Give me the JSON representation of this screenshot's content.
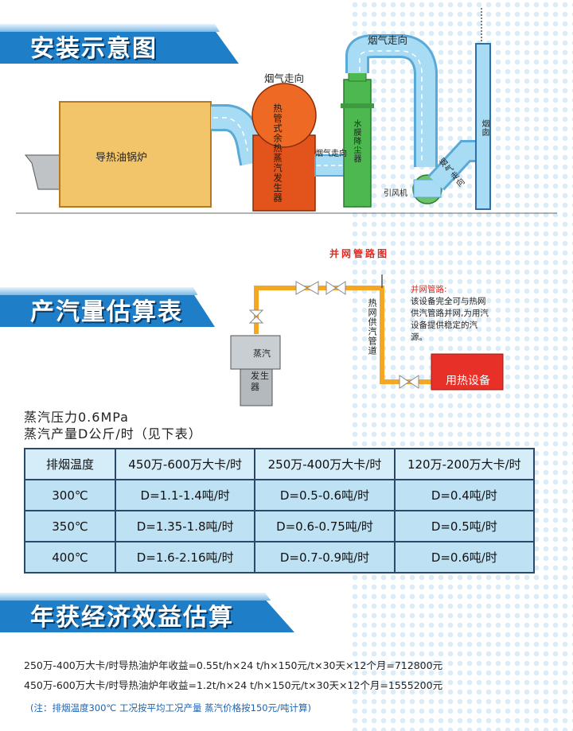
{
  "section1": {
    "title": "安装示意图"
  },
  "diagram": {
    "boiler": "导热油锅炉",
    "generator": "热管式余热蒸汽发生器",
    "flue_top_generator": "烟气走向",
    "flue_top_tower": "烟气走向",
    "flue_mid": "烟气走向",
    "flue_stack": "烟气走向",
    "tower": "水膜降尘器",
    "fan": "引风机",
    "chimney": "烟囱"
  },
  "grid": {
    "title": "并网管路图",
    "steam_box": "蒸汽",
    "generator_box": "发生器",
    "pipe_label": "热网供汽管道",
    "equipment": "用热设备",
    "note_title": "并网管路:",
    "note_body": "该设备完全可与热网供汽管路并网,为用汽设备提供稳定的汽源。"
  },
  "section2": {
    "title": "产汽量估算表"
  },
  "steam_info": {
    "pressure": "蒸汽压力0.6MPa",
    "output": "蒸汽产量D公斤/时（见下表）"
  },
  "table": {
    "headers": [
      "排烟温度",
      "450万-600万大卡/时",
      "250万-400万大卡/时",
      "120万-200万大卡/时"
    ],
    "rows": [
      [
        "300℃",
        "D=1.1-1.4吨/时",
        "D=0.5-0.6吨/时",
        "D=0.4吨/时"
      ],
      [
        "350℃",
        "D=1.35-1.8吨/时",
        "D=0.6-0.75吨/时",
        "D=0.5吨/时"
      ],
      [
        "400℃",
        "D=1.6-2.16吨/时",
        "D=0.7-0.9吨/时",
        "D=0.6吨/时"
      ]
    ]
  },
  "section3": {
    "title": "年获经济效益估算"
  },
  "economics": {
    "line1": "250万-400万大卡/时导热油炉年收益=0.55t/h×24 t/h×150元/t×30天×12个月=712800元",
    "line2": "450万-600万大卡/时导热油炉年收益=1.2t/h×24 t/h×150元/t×30天×12个月=1555200元",
    "note": "(注：排烟温度300℃  工况按平均工况产量  蒸汽价格按150元/吨计算)"
  },
  "colors": {
    "banner": "#1f7ec8",
    "pipe_blue": "#8fd0ee",
    "pipe_orange": "#f5a623",
    "boiler": "#f3c56a",
    "generator": "#e2541b",
    "tower": "#4cb84f",
    "equipment": "#e63028"
  }
}
